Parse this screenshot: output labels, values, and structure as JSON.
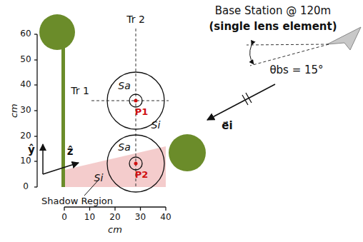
{
  "diagram": {
    "labels": [
      "Base Station @ 120m",
      "(single lens element)",
      "θbs = 15°",
      "e⃗i",
      "60",
      "50",
      "40",
      "30",
      "20",
      "10",
      "0",
      "0",
      "10",
      "20",
      "30",
      "40",
      "cm",
      "cm",
      "ŷ",
      "ẑ",
      "Tr 2",
      "Tr 1",
      "Sa",
      "Si",
      "P1",
      "Sa",
      "Si",
      "P2",
      "Shadow Region"
    ]
  }
}
